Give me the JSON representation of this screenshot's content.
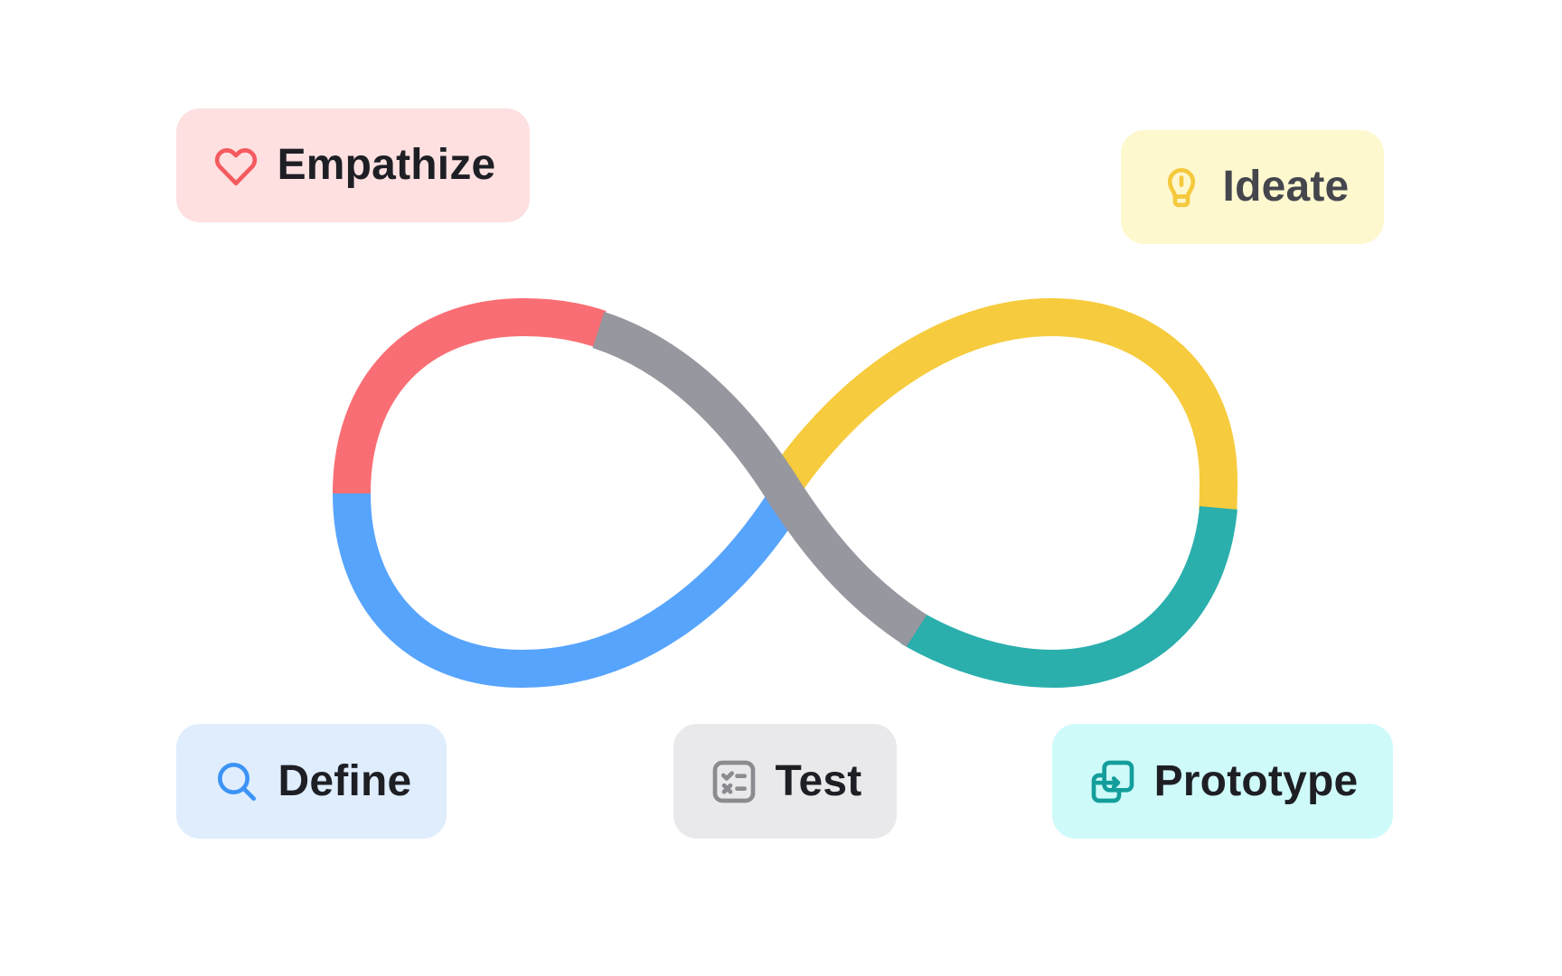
{
  "diagram": {
    "type": "design-thinking-infinity-loop",
    "stroke_width": 42
  },
  "stages": {
    "empathize": {
      "label": "Empathize",
      "icon": "heart-icon",
      "color": "#f96e74",
      "icon_color": "#f55a5f",
      "card_bg": "#fee0e1"
    },
    "define": {
      "label": "Define",
      "icon": "search-icon",
      "color": "#57a4fd",
      "icon_color": "#3c93f6",
      "card_bg": "#dfedfd"
    },
    "ideate": {
      "label": "Ideate",
      "icon": "lightbulb-icon",
      "color": "#f6cb3d",
      "icon_color": "#f5c93d",
      "card_bg": "#fef8cf"
    },
    "prototype": {
      "label": "Prototype",
      "icon": "prototype-transfer-icon",
      "color": "#2aafad",
      "icon_color": "#139e9b",
      "card_bg": "#cffafa"
    },
    "test": {
      "label": "Test",
      "icon": "checklist-icon",
      "color": "#97979f",
      "icon_color": "#8a8a90",
      "card_bg": "#e9e9eb"
    }
  }
}
